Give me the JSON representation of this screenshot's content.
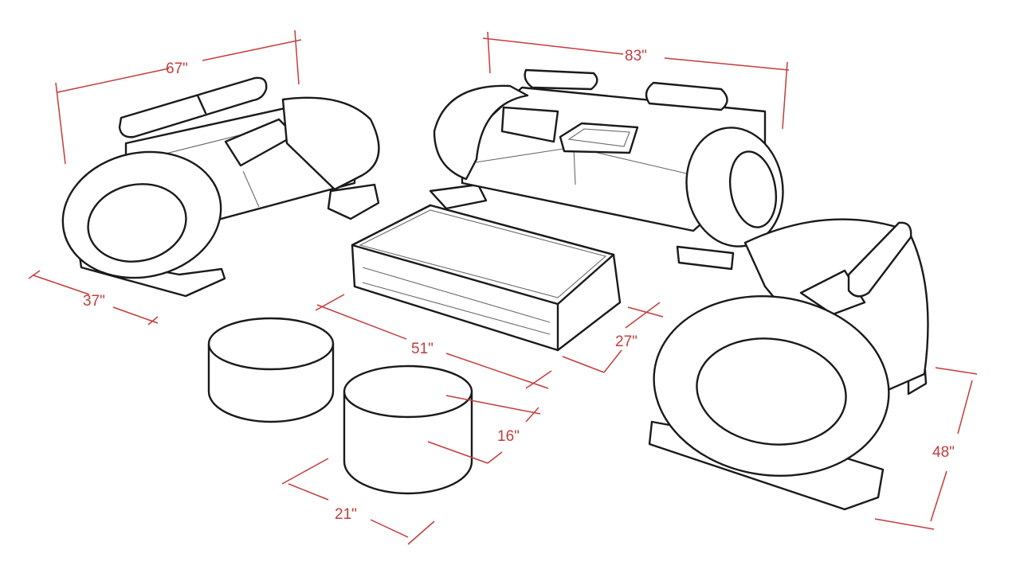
{
  "colors": {
    "dimension": "#c43c3c",
    "ink": "#1a1a1a",
    "background": "#ffffff"
  },
  "dimensions": {
    "loveseat_width": "67\"",
    "loveseat_depth": "37\"",
    "sofa_width": "83\"",
    "table_length": "51\"",
    "table_width": "27\"",
    "ottoman_height": "16\"",
    "ottoman_diameter": "21\"",
    "chair_height": "48\""
  }
}
